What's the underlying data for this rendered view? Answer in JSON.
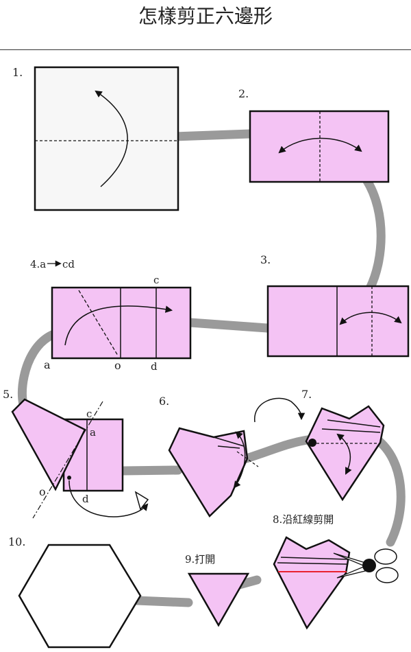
{
  "title": "怎樣剪正六邊形",
  "colors": {
    "paper_pink": "#f4c3f4",
    "path_gray": "#9a9a9a",
    "cut_line": "#e8222f",
    "outline": "#111111"
  },
  "steps": {
    "s1": "1.",
    "s2": "2.",
    "s3": "3.",
    "s4": "4.a",
    "s4_suffix": "cd",
    "s5": "5.",
    "s6": "6.",
    "s7": "7.",
    "s8": "8.沿紅線剪開",
    "s9": "9.打開",
    "s10": "10."
  },
  "points": {
    "a": "a",
    "o": "o",
    "c": "c",
    "d": "d"
  }
}
